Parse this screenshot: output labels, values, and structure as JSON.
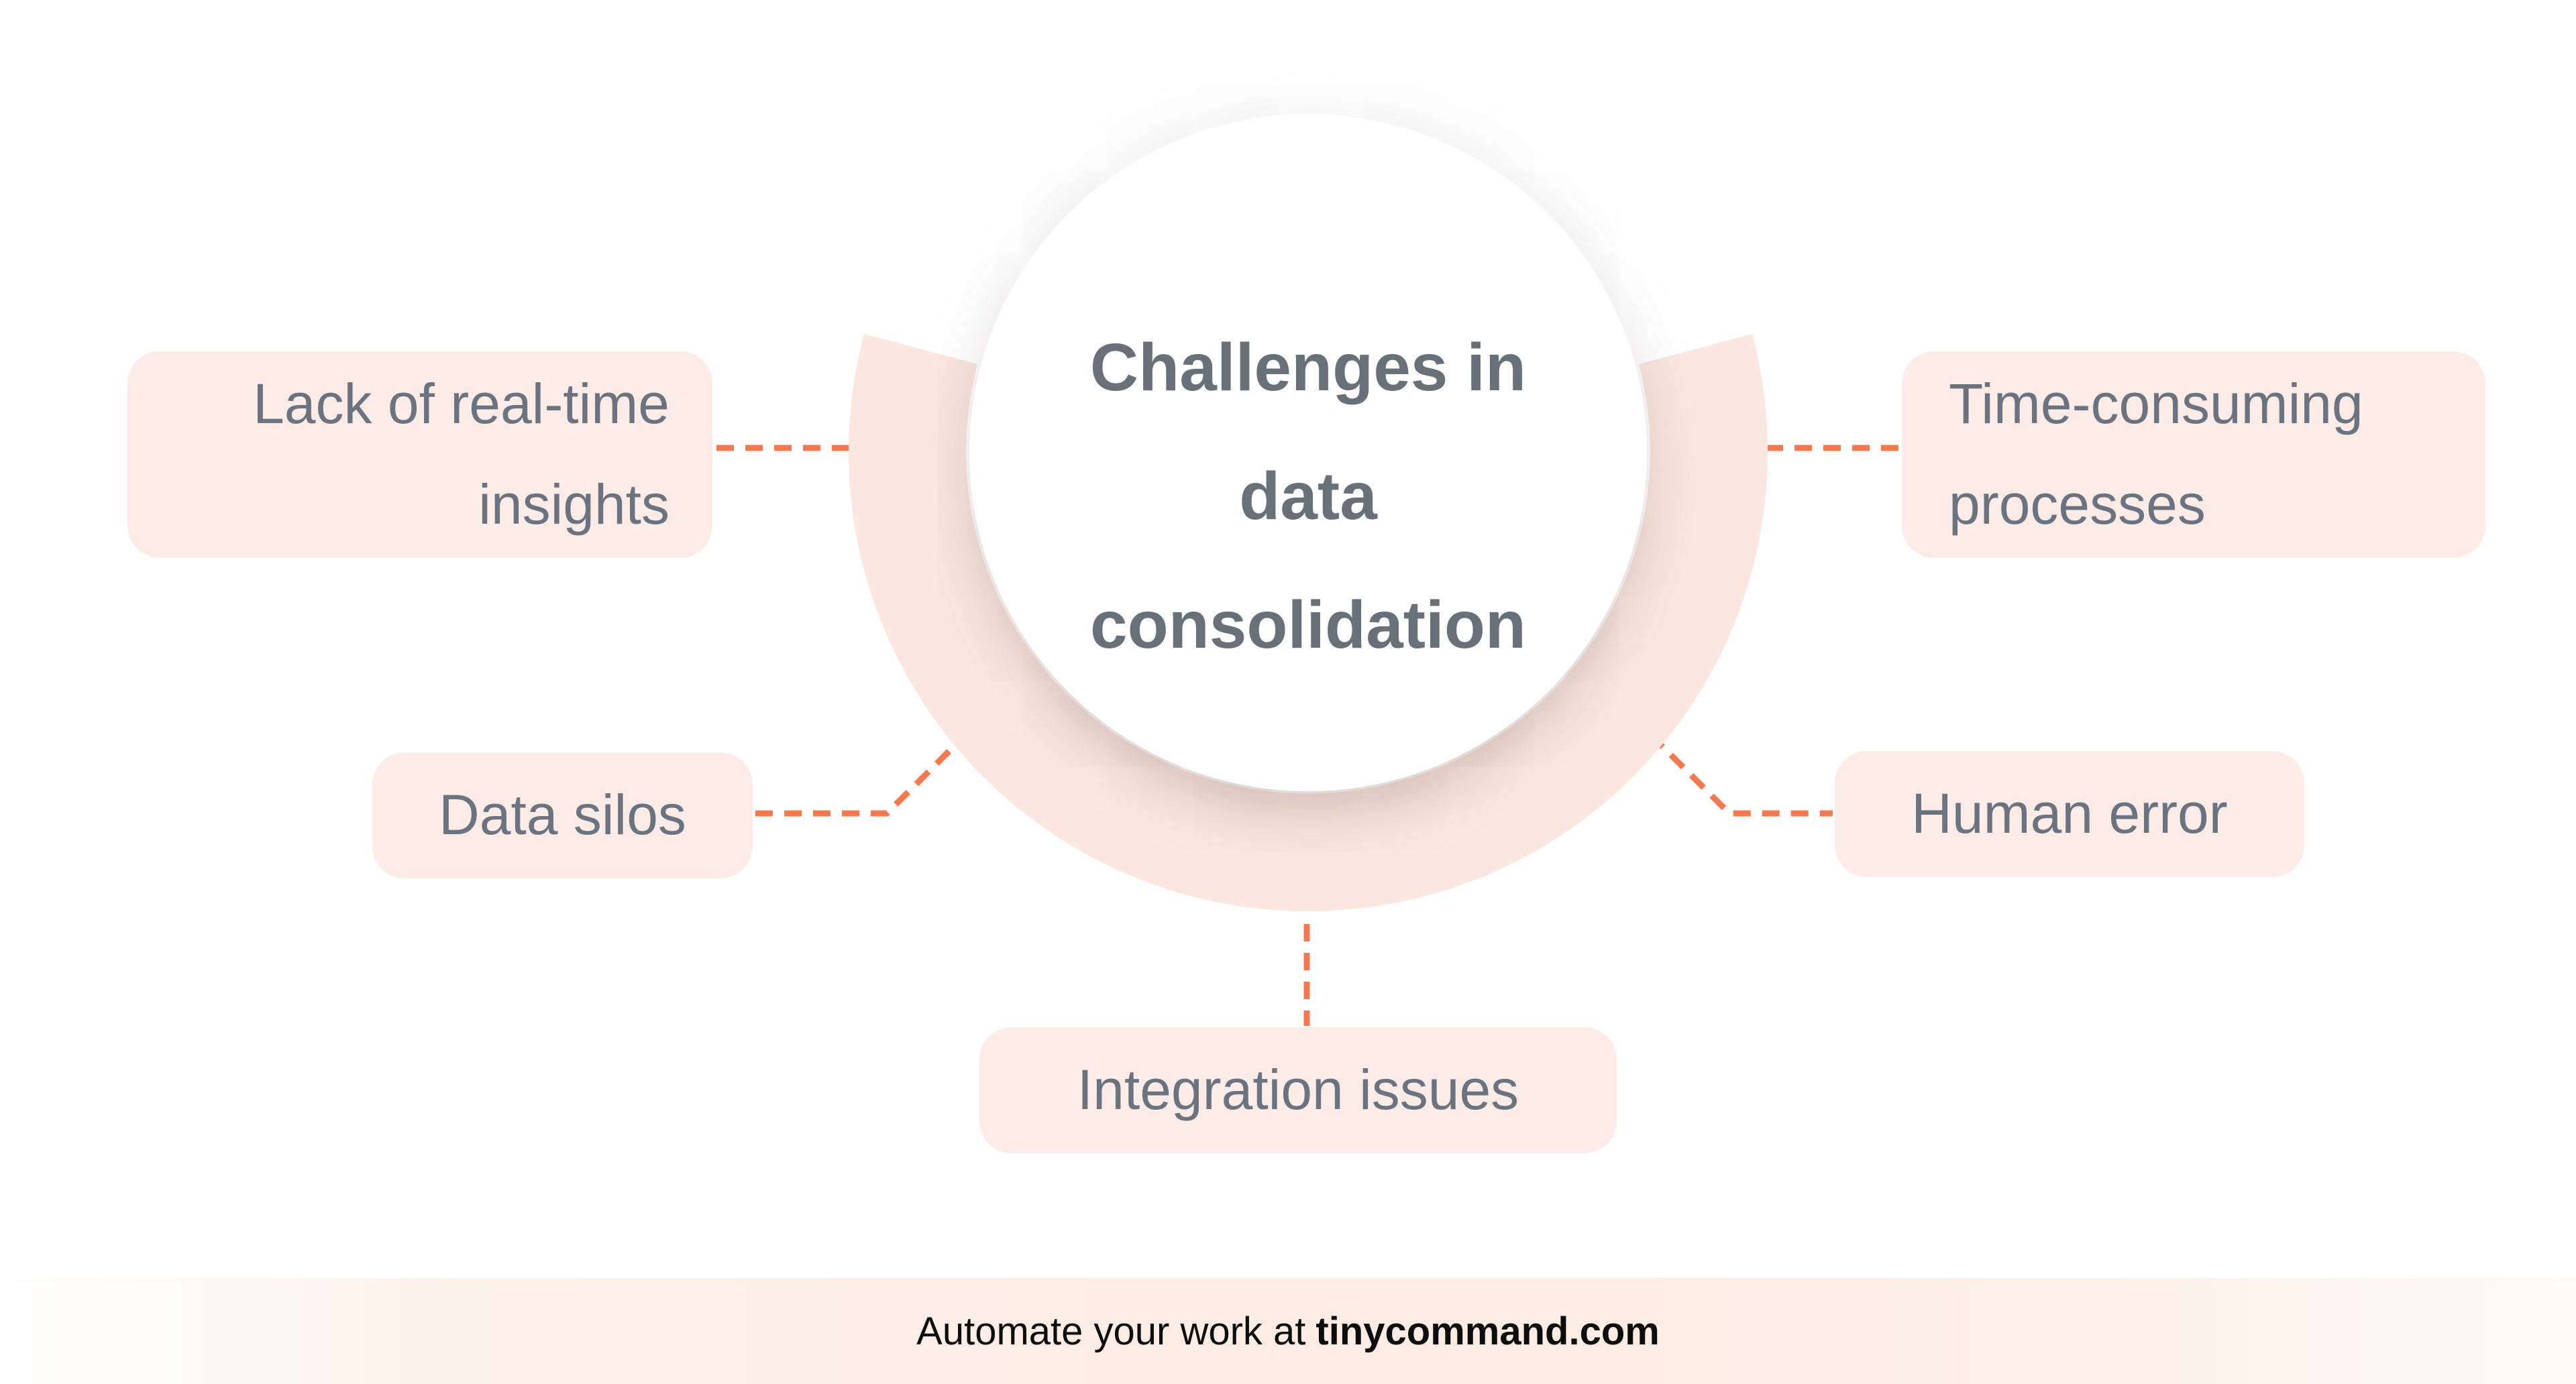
{
  "colors": {
    "accent": "#f5794f",
    "pink_box": "#fcebe6",
    "pink_ring": "#fbe7e0",
    "text_gray": "#6b7380",
    "heading_gray": "#687079",
    "footer_text": "#0d0d0d"
  },
  "center": {
    "title": "Challenges in data consolidation",
    "title_lines": [
      "Challenges in",
      "data",
      "consolidation"
    ]
  },
  "labels": [
    {
      "id": "lack-of-real-time-insights",
      "text": "Lack of real-time insights"
    },
    {
      "id": "time-consuming-processes",
      "text": "Time-consuming processes"
    },
    {
      "id": "data-silos",
      "text": "Data silos"
    },
    {
      "id": "human-error",
      "text": "Human error"
    },
    {
      "id": "integration-issues",
      "text": "Integration issues"
    }
  ],
  "footer": {
    "prefix": "Automate your work at",
    "brand": "tinycommand.com"
  }
}
